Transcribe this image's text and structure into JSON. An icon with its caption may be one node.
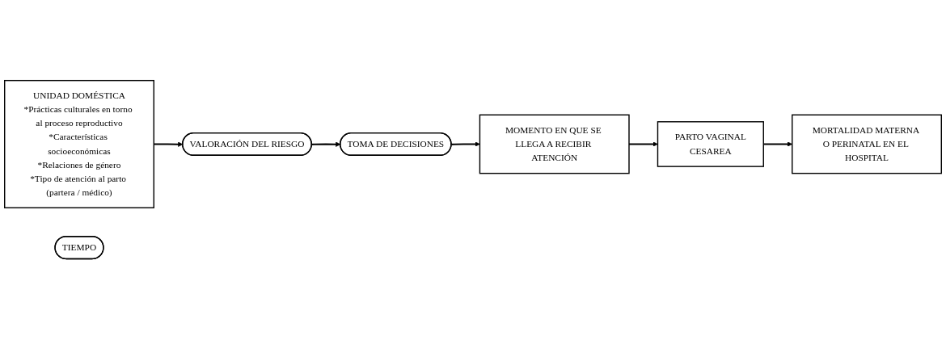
{
  "diagram": {
    "nodes": [
      {
        "text": [
          "UNIDAD DOMÉSTICA",
          "*Prácticas culturales en torno al proceso reproductivo",
          "*Características socioeconómicas",
          "*Relaciones de género",
          "*Tipo de atención al parto (partera / médico)"
        ]
      },
      {
        "text": [
          "VALORACIÓN DEL RIESGO"
        ]
      },
      {
        "text": [
          "TOMA DE DECISIONES"
        ]
      },
      {
        "text": [
          "MOMENTO EN QUE SE LLEGA A RECIBIR ATENCIÓN"
        ]
      },
      {
        "text": [
          "PARTO VAGINAL",
          "CESAREA"
        ]
      },
      {
        "text": [
          "MORTALIDAD MATERNA O PERINATAL EN EL HOSPITAL"
        ]
      },
      {
        "text": [
          "TIEMPO"
        ]
      }
    ],
    "edges": [
      {
        "from": 0,
        "to": 1,
        "arrow": "to"
      },
      {
        "from": 1,
        "to": 2,
        "arrow": "to"
      },
      {
        "from": 2,
        "to": 3,
        "arrow": "to"
      },
      {
        "from": 3,
        "to": 4,
        "arrow": "to"
      },
      {
        "from": 4,
        "to": 5,
        "arrow": "to"
      }
    ]
  }
}
